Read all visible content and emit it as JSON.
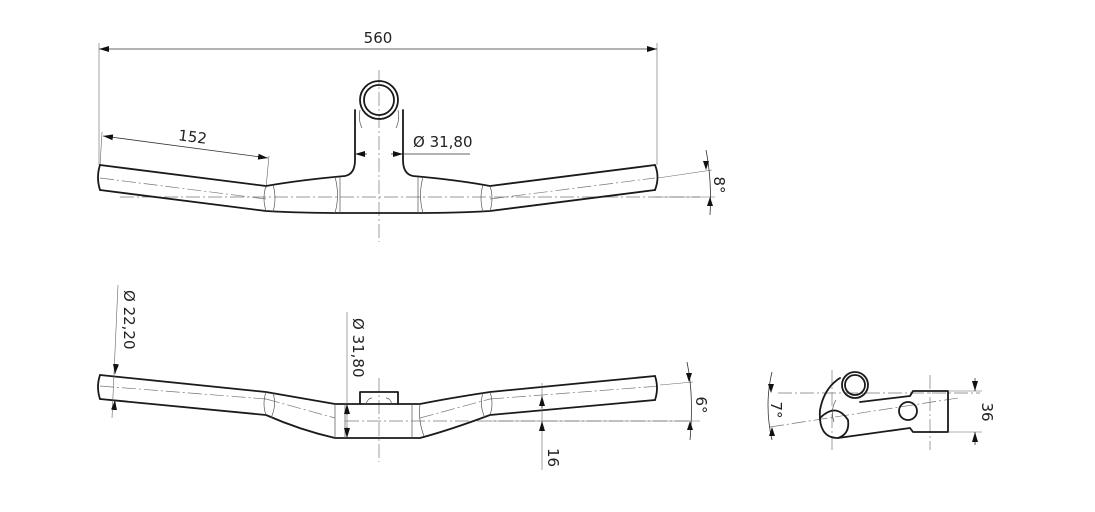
{
  "drawing": {
    "subject": "bicycle handlebar",
    "views": {
      "top_view": {
        "overall_width": "560",
        "end_segment_length": "152",
        "clamp_diameter": "Ø 31,80",
        "sweep_angle": "8°"
      },
      "front_view": {
        "grip_diameter": "Ø 22,20",
        "clamp_diameter": "Ø 31,80",
        "rise": "16",
        "upsweep_angle": "6°"
      },
      "side_view": {
        "angle": "7°",
        "height": "36"
      }
    }
  }
}
